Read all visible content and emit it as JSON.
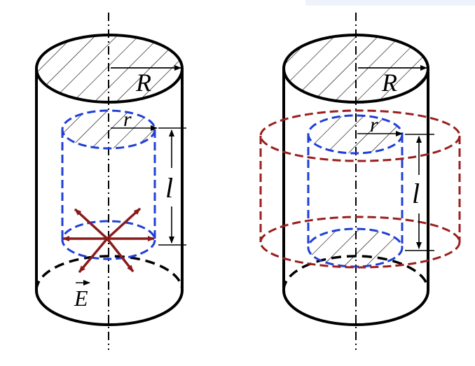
{
  "figures": [
    {
      "id": "left",
      "labels": {
        "big_radius": "R",
        "small_radius": "r",
        "length": "l",
        "field": "E"
      }
    },
    {
      "id": "right",
      "labels": {
        "big_radius": "R",
        "small_radius": "r",
        "length": "l"
      }
    }
  ],
  "colors": {
    "outline": "#000000",
    "inner_gauss": "#1f3fd6",
    "outer_gauss": "#9a1f1f",
    "field_arrows": "#8a1a1a"
  }
}
